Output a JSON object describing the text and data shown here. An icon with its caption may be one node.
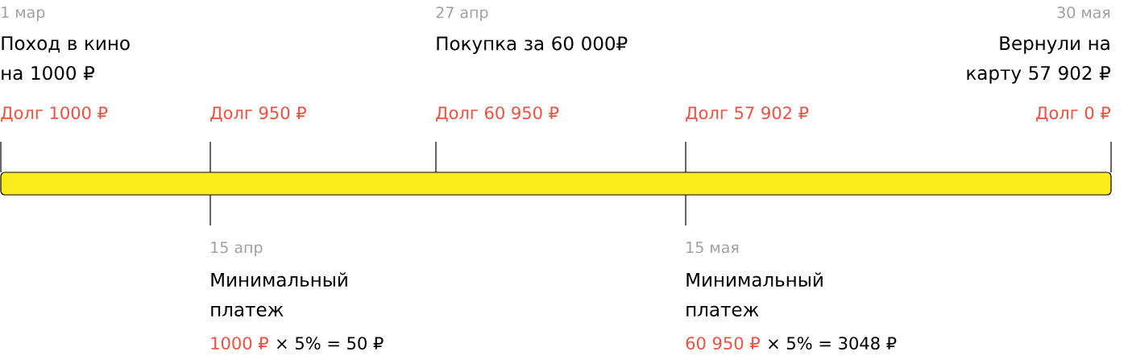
{
  "diagram": {
    "nodes": [
      {
        "text": [],
        "shape": "bar"
      }
    ],
    "labels": [
      "1 мар",
      "Поход в кино на 1000 ₽",
      "Долг 1000 ₽",
      "Долг 950 ₽",
      "27 апр",
      "Покупка за 60 000₽",
      "Долг 60 950 ₽",
      "Долг 57 902 ₽",
      "30 мая",
      "Вернули на карту 57 902 ₽",
      "Долг 0 ₽",
      "15 апр",
      "Минимальный платеж",
      "1000 ₽",
      "× 5% = 50 ₽",
      "15 мая",
      "Минимальный платеж",
      "60 950 ₽",
      "× 5% = 3048 ₽"
    ]
  }
}
